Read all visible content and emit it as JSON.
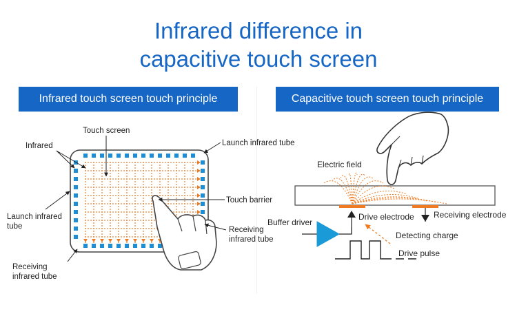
{
  "title": {
    "line1": "Infrared difference in",
    "line2": "capacitive touch screen"
  },
  "left_panel": {
    "heading": "Infrared touch screen touch principle",
    "labels": {
      "touch_screen": "Touch screen",
      "infrared": "Infrared",
      "launch_tube_top": "Launch infrared tube",
      "launch_tube_left_1": "Launch infrared",
      "launch_tube_left_2": "tube",
      "touch_barrier": "Touch barrier",
      "receiving_right_1": "Receiving",
      "receiving_right_2": "infrared tube",
      "receiving_bottom_1": "Receiving",
      "receiving_bottom_2": "infrared tube"
    }
  },
  "right_panel": {
    "heading": "Capacitive touch screen touch principle",
    "labels": {
      "electric_field": "Electric field",
      "buffer_driver": "Buffer driver",
      "drive_electrode": "Drive electrode",
      "receiving_electrode": "Receiving electrode",
      "detecting_charge": "Detecting charge",
      "drive_pulse": "Drive pulse"
    }
  },
  "colors": {
    "brand_blue": "#1666c5",
    "emitter_blue": "#1a8fd8",
    "infrared_orange": "#ee7b22",
    "driver_blue": "#1a9ad6",
    "screen_outline": "#444444"
  }
}
